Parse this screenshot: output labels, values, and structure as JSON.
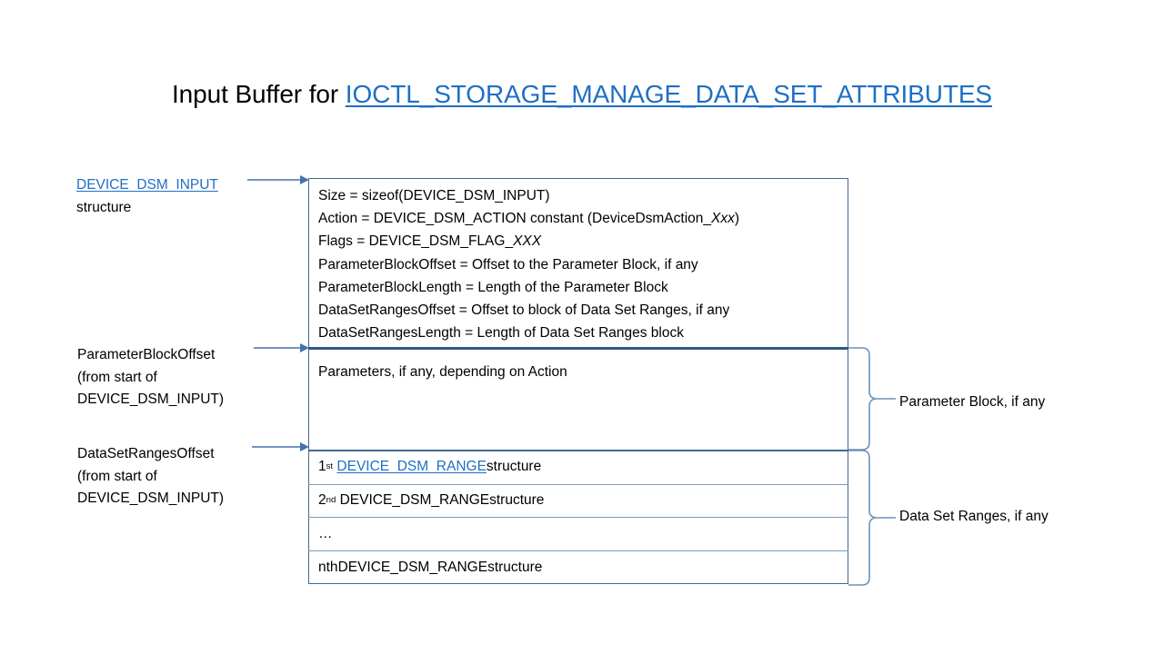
{
  "title": {
    "prefix": "Input Buffer for ",
    "link_text": "IOCTL_STORAGE_MANAGE_DATA_SET_ATTRIBUTES"
  },
  "struct_box": {
    "header_fields": [
      {
        "text": "Size  = sizeof(DEVICE_DSM_INPUT)"
      },
      {
        "prefix": "Action = DEVICE_DSM_ACTION  constant (DeviceDsmAction_",
        "italic": "Xxx",
        "suffix": ")"
      },
      {
        "prefix": "Flags = DEVICE_DSM_FLAG_",
        "italic": "XXX",
        "suffix": ""
      },
      {
        "text": "ParameterBlockOffset  = Offset to the Parameter Block, if any"
      },
      {
        "text": "ParameterBlockLength  = Length of the Parameter Block"
      },
      {
        "text": "DataSetRangesOffset  = Offset to block of Data Set Ranges, if any"
      },
      {
        "text": "DataSetRangesLength  = Length of Data Set Ranges block"
      }
    ],
    "parameters_text": "Parameters, if any, depending on Action",
    "range_rows": [
      {
        "ordinal": "1",
        "ordinal_sup": "st",
        "link_text": "DEVICE_DSM_RANGE ",
        "tail": "structure",
        "is_link": true
      },
      {
        "ordinal": "2",
        "ordinal_sup": "nd",
        "link_text": "DEVICE_DSM_RANGE ",
        "tail": " structure",
        "is_link": false
      },
      {
        "ordinal": "…",
        "ordinal_sup": "",
        "link_text": "",
        "tail": "",
        "is_link": false
      },
      {
        "ordinal": "nth",
        "ordinal_sup": "",
        "link_text": " DEVICE_DSM_RANGE ",
        "tail": " structure",
        "is_link": false
      }
    ]
  },
  "left_labels": {
    "dsm_input": {
      "link_text": "DEVICE_DSM_INPUT",
      "line2": "structure"
    },
    "parameter_block_offset": {
      "line1": "ParameterBlockOffset",
      "line2": "(from start of",
      "line3": "DEVICE_DSM_INPUT)"
    },
    "data_set_ranges_offset": {
      "line1": "DataSetRangesOffset",
      "line2": "(from start of",
      "line3": "DEVICE_DSM_INPUT)"
    }
  },
  "brace_labels": {
    "parameter_block": "Parameter Block, if any",
    "data_set_ranges": "Data Set Ranges, if any"
  },
  "colors": {
    "link_blue": "#1f6fc4",
    "box_border": "#3f6a93",
    "divider_thick": "#2e5a80",
    "row_divider": "#7a9cbd",
    "arrow": "#4472a8",
    "brace": "#6c92b8",
    "text": "#000000"
  }
}
